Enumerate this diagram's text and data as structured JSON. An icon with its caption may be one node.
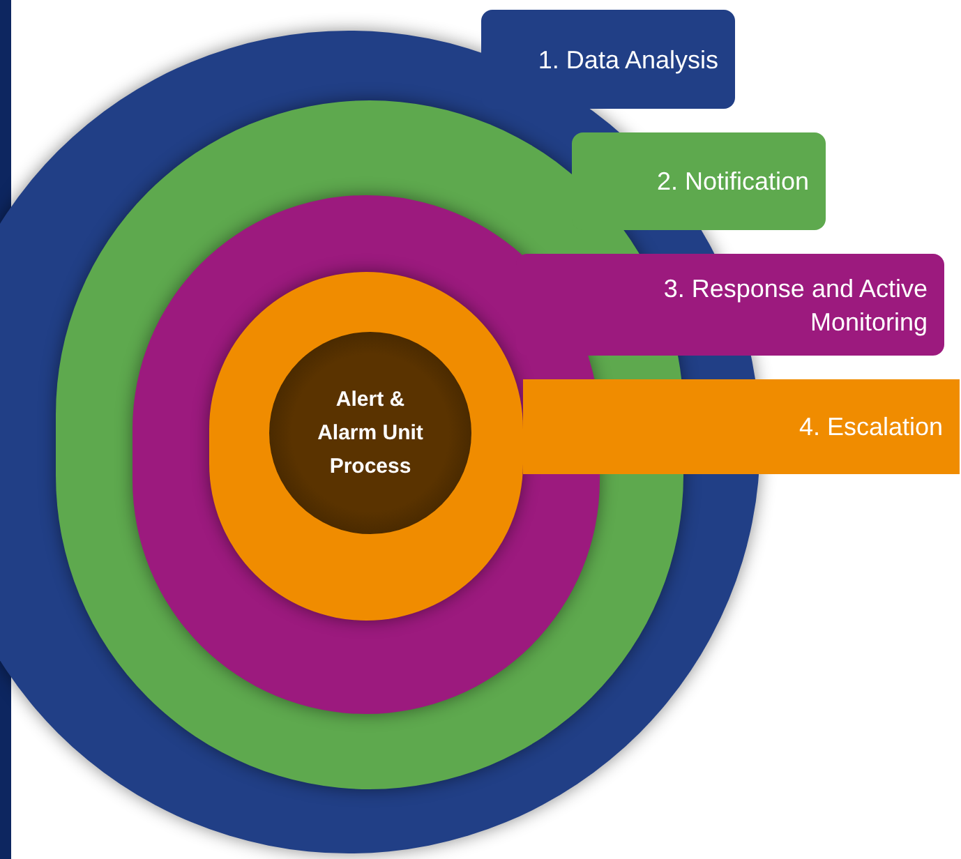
{
  "diagram": {
    "nodes": [
      {
        "text": [
          "1. Data Analysis"
        ]
      },
      {
        "text": [
          "2. Notification"
        ]
      },
      {
        "text": [
          "3. Response and Active Monitoring"
        ]
      },
      {
        "text": [
          "4. Escalation"
        ]
      },
      {
        "text": [
          "Alert & Alarm Unit Process"
        ]
      }
    ]
  }
}
